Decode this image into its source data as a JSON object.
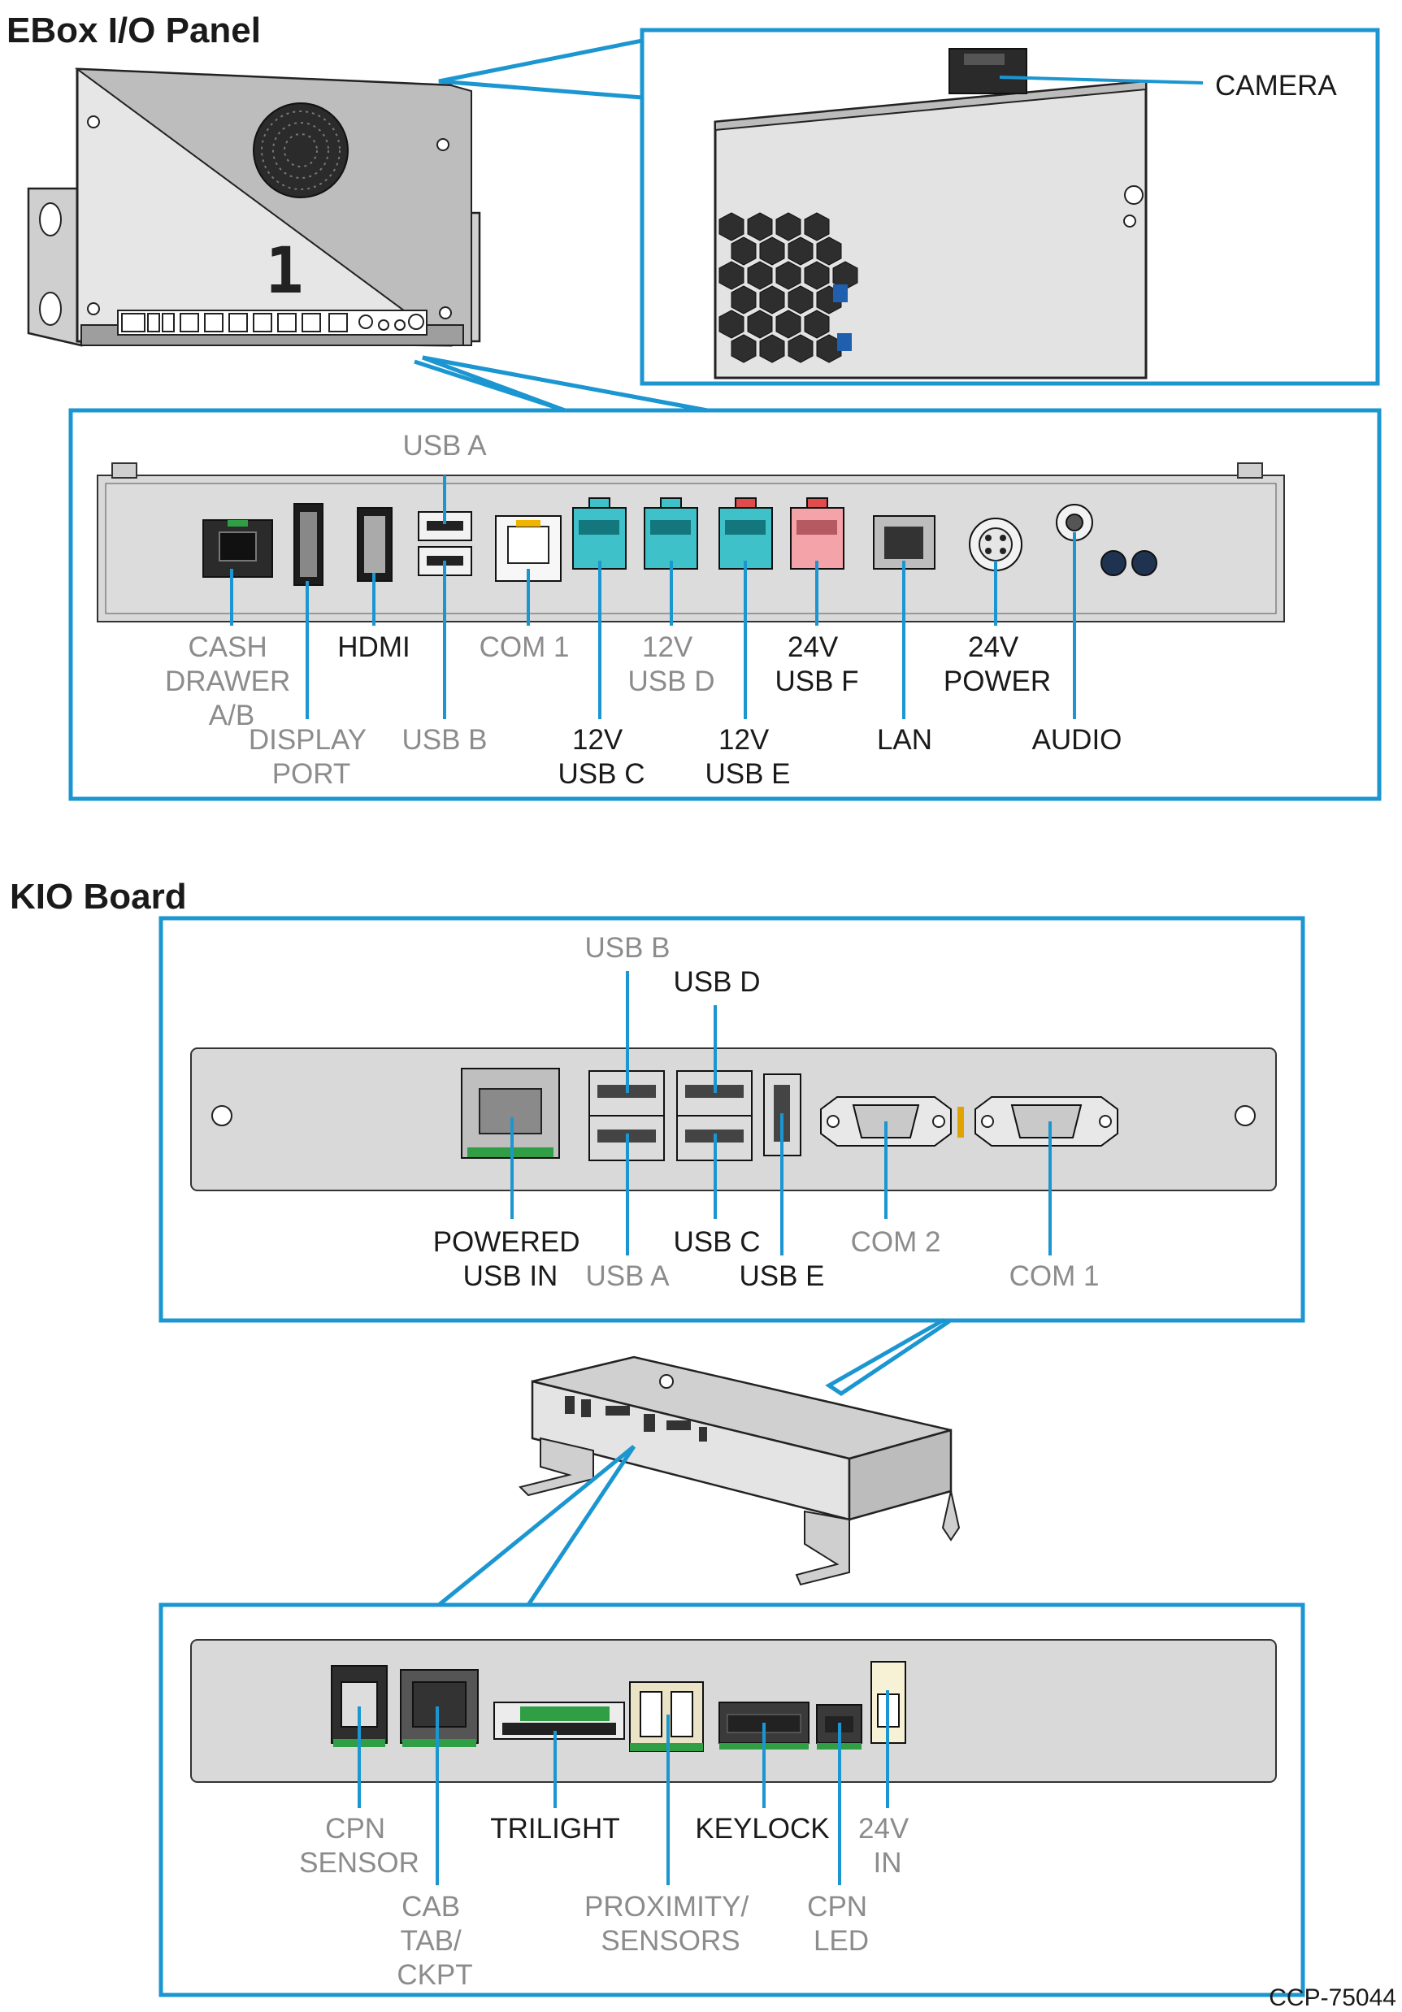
{
  "sections": {
    "ebox": {
      "title": "EBox I/O Panel",
      "device_number": "1",
      "camera_label": "CAMERA"
    },
    "kio": {
      "title": "KIO Board"
    }
  },
  "ebox_labels": {
    "cash_drawer": [
      "CASH",
      "DRAWER",
      "A/B"
    ],
    "display_port": [
      "DISPLAY",
      "PORT"
    ],
    "hdmi": [
      "HDMI"
    ],
    "usb_a": [
      "USB A"
    ],
    "usb_b": [
      "USB B"
    ],
    "com1": [
      "COM 1"
    ],
    "usb_c": [
      "12V",
      "USB C"
    ],
    "usb_d": [
      "12V",
      "USB D"
    ],
    "usb_e": [
      "12V",
      "USB E"
    ],
    "usb_f": [
      "24V",
      "USB F"
    ],
    "lan": [
      "LAN"
    ],
    "power": [
      "24V",
      "POWER"
    ],
    "audio": [
      "AUDIO"
    ]
  },
  "kio_labels": {
    "usb_b": [
      "USB B"
    ],
    "usb_d": [
      "USB D"
    ],
    "powered_usb_in": [
      "POWERED",
      "USB IN"
    ],
    "usb_a": [
      "USB A"
    ],
    "usb_c": [
      "USB C"
    ],
    "usb_e": [
      "USB E"
    ],
    "com2": [
      "COM 2"
    ],
    "com1": [
      "COM 1"
    ],
    "cpn_sensor": [
      "CPN",
      "SENSOR"
    ],
    "cab_tab": [
      "CAB",
      "TAB/",
      "CKPT"
    ],
    "trilight": [
      "TRILIGHT"
    ],
    "proximity": [
      "PROXIMITY/",
      "SENSORS"
    ],
    "keylock": [
      "KEYLOCK"
    ],
    "cpn_led": [
      "CPN",
      "LED"
    ],
    "in_24v": [
      "24V",
      "IN"
    ]
  },
  "footer": {
    "code": "CCP-75044"
  },
  "colors": {
    "callout": "#1b96d1",
    "usb_teal": "#3fc1c9",
    "usb_pink": "#f4a3a8",
    "pcb_green": "#2f9e44"
  }
}
